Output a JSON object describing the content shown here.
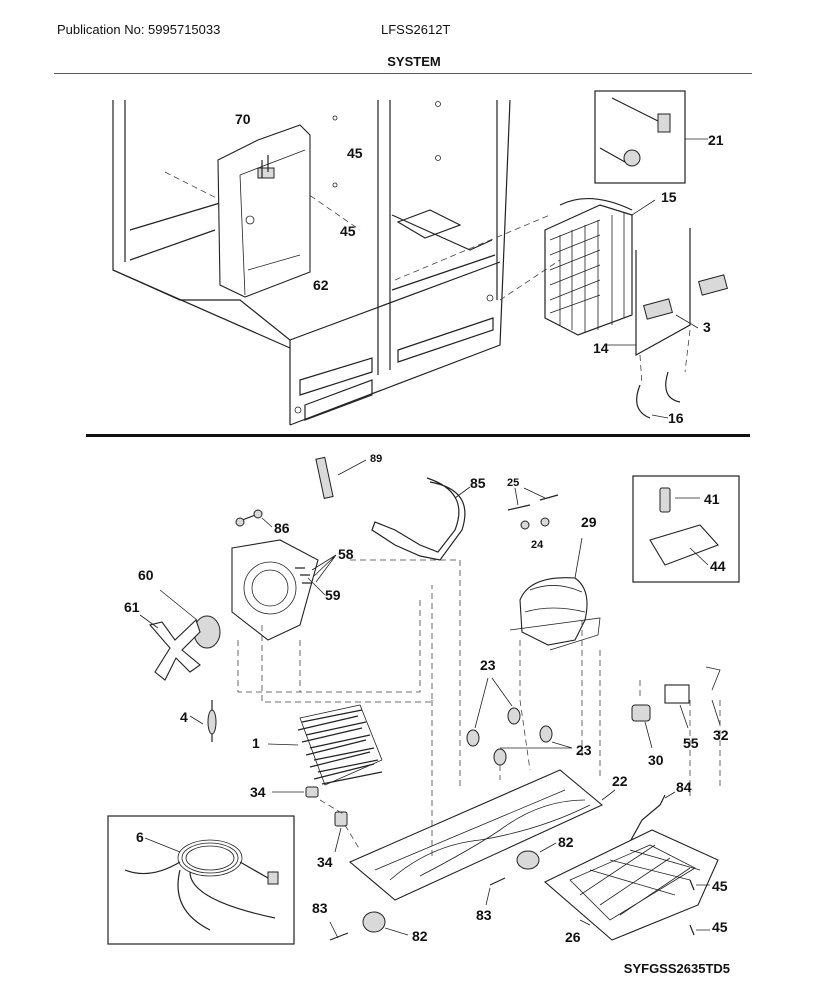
{
  "header": {
    "publication": "Publication No: 5995715033",
    "model": "LFSS2612T",
    "section": "SYSTEM"
  },
  "footer": {
    "code": "SYFGSS2635TD5"
  },
  "callouts": {
    "c70": "70",
    "c45a": "45",
    "c45b": "45",
    "c62": "62",
    "c21": "21",
    "c15": "15",
    "c3": "3",
    "c14": "14",
    "c16": "16",
    "c89": "89",
    "c85": "85",
    "c25": "25",
    "c24": "24",
    "c29": "29",
    "c86": "86",
    "c58": "58",
    "c59": "59",
    "c60": "60",
    "c61": "61",
    "c41": "41",
    "c44": "44",
    "c23a": "23",
    "c23b": "23",
    "c4": "4",
    "c1": "1",
    "c30": "30",
    "c55": "55",
    "c32": "32",
    "c34a": "34",
    "c34b": "34",
    "c22": "22",
    "c84": "84",
    "c6": "6",
    "c82a": "82",
    "c82b": "82",
    "c83a": "83",
    "c83b": "83",
    "c45c": "45",
    "c45d": "45",
    "c26": "26"
  }
}
